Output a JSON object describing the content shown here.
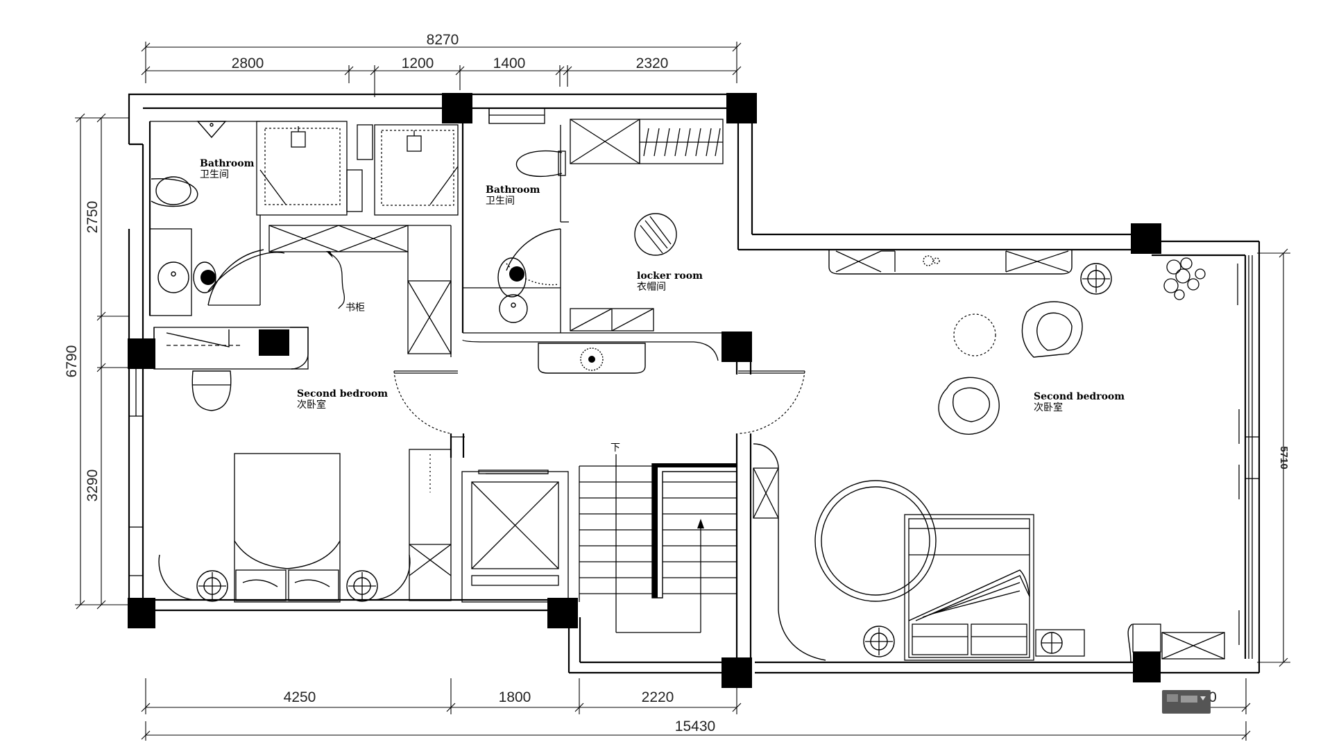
{
  "dimensions": {
    "top_total": "8270",
    "top_segments": [
      "2800",
      "1200",
      "1400",
      "2320"
    ],
    "left_total": "6790",
    "left_segments": [
      "2750",
      "3290"
    ],
    "right_total": "5710",
    "bottom_segments": [
      "4250",
      "1800",
      "2220"
    ],
    "bottom_total": "15430",
    "bottom_partial": "0"
  },
  "rooms": {
    "bathroom_1": {
      "en": "Bathroom",
      "cn": "卫生间"
    },
    "bathroom_2": {
      "en": "Bathroom",
      "cn": "卫生间"
    },
    "locker_room": {
      "en": "locker room",
      "cn": "衣帽间"
    },
    "second_bedroom_left": {
      "en": "Second bedroom",
      "cn": "次卧室"
    },
    "second_bedroom_right": {
      "en": "Second bedroom",
      "cn": "次卧室"
    }
  },
  "annotations": {
    "bookcase": "书柜",
    "stair_down": "下"
  }
}
